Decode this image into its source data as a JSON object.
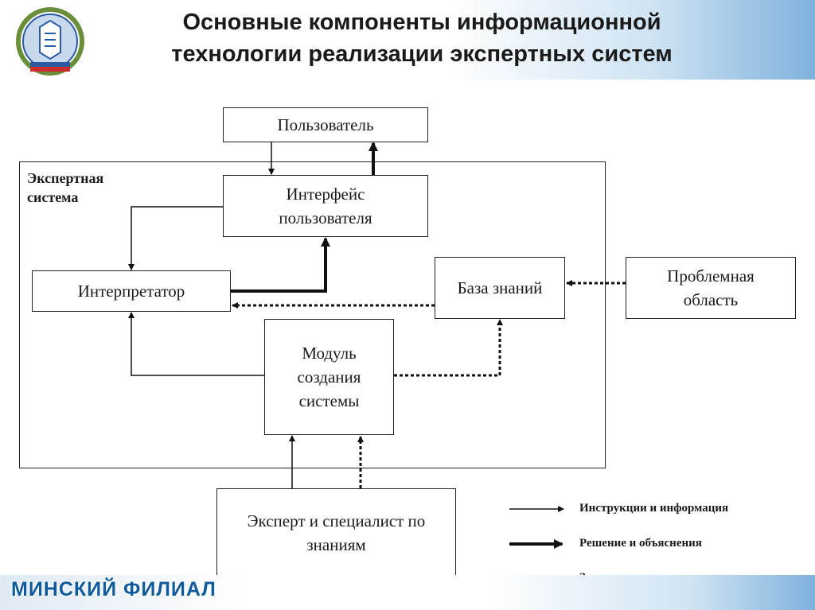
{
  "header": {
    "title_line1": "Основные компоненты информационной",
    "title_line2": "технологии реализации экспертных систем"
  },
  "footer": {
    "label": "МИНСКИЙ ФИЛИАЛ"
  },
  "diagram": {
    "container_label_line1": "Экспертная",
    "container_label_line2": "система",
    "nodes": {
      "user": "Пользователь",
      "user_interface_line1": "Интерфейс",
      "user_interface_line2": "пользователя",
      "interpreter": "Интерпретатор",
      "knowledge_base": "База знаний",
      "problem_domain_line1": "Проблемная",
      "problem_domain_line2": "область",
      "system_builder_line1": "Модуль",
      "system_builder_line2": "создания",
      "system_builder_line3": "системы",
      "expert_line1": "Эксперт и специалист по",
      "expert_line2": "знаниям"
    }
  },
  "legend": {
    "instructions": "Инструкции и информация",
    "solutions": "Решение и объяснения",
    "knowledge": "Знания"
  },
  "colors": {
    "footer_text": "#0e5a9c",
    "line": "#111111"
  }
}
